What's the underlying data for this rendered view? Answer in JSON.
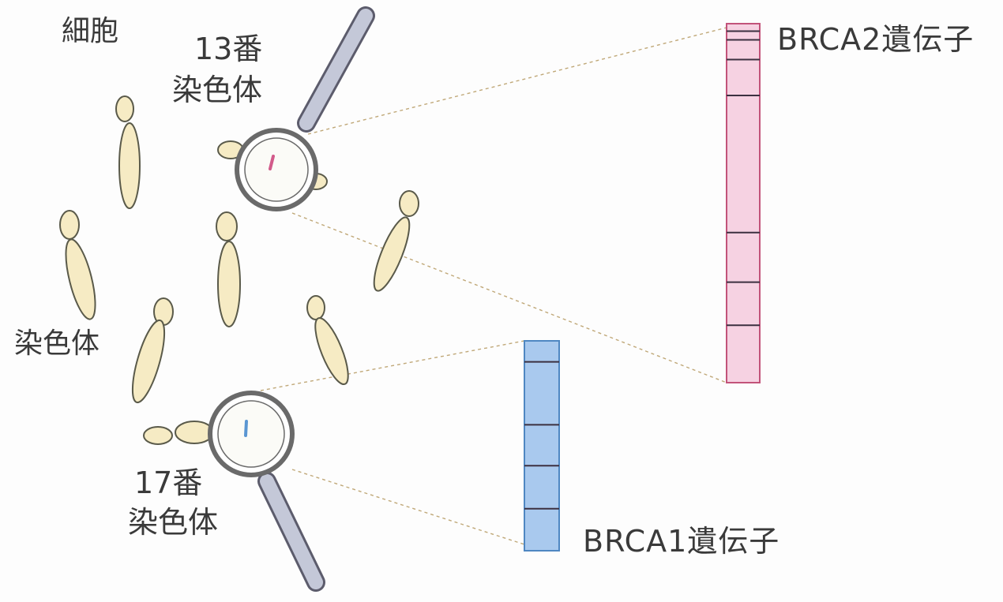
{
  "labels": {
    "cell": "細胞",
    "chr13_number": "13番",
    "chr13_word": "染色体",
    "chromosome": "染色体",
    "chr17_number": "17番",
    "chr17_word": "染色体",
    "brca2": "BRCA2遺伝子",
    "brca1": "BRCA1遺伝子"
  },
  "colors": {
    "chromosome_fill": "#f6ebc4",
    "chromosome_stroke": "#5a5a4a",
    "lens_ring": "#6a6a6a",
    "lens_handle": "#c4c8d8",
    "brca2_fill": "#f6d2e2",
    "brca2_stroke": "#c2537a",
    "brca1_fill": "#a9c9ee",
    "brca1_stroke": "#4f87c2",
    "band_line": "#3c3040",
    "pointer_line": "#c0a878"
  },
  "brca2_bands": [
    0.021,
    0.045,
    0.1,
    0.2,
    0.582,
    0.72,
    0.84
  ],
  "brca1_bands": [
    0.1,
    0.4,
    0.595,
    0.8
  ]
}
